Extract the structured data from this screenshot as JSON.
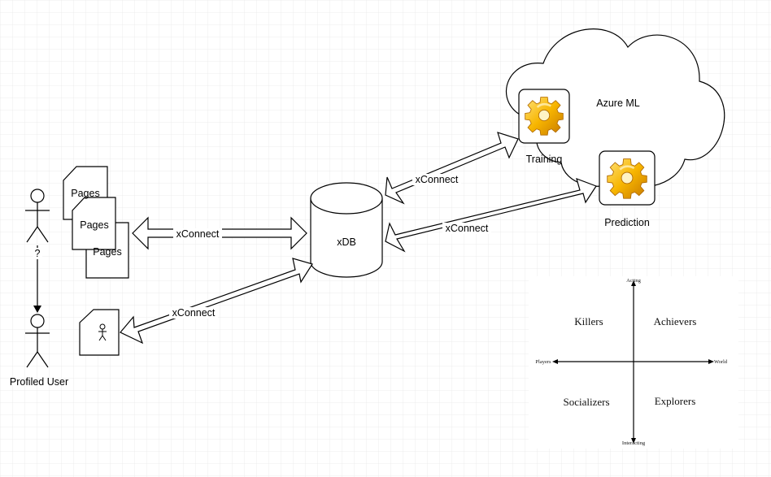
{
  "diagram": {
    "cloud_label": "Azure ML",
    "training_label": "Training",
    "prediction_label": "Prediction",
    "database_label": "xDB",
    "connection_label": "xConnect",
    "pages_label_back": "Pages",
    "pages_label_front": "Pages",
    "pages_label_bottom": "Pages",
    "question_label": "?",
    "profiled_user_label": "Profiled User",
    "gear_color": "#f2a900"
  },
  "bartle": {
    "axis_top": "Acting",
    "axis_bottom": "Interacting",
    "axis_left": "Players",
    "axis_right": "World",
    "quadrant_top_left": "Killers",
    "quadrant_top_right": "Achievers",
    "quadrant_bottom_left": "Socializers",
    "quadrant_bottom_right": "Explorers"
  }
}
